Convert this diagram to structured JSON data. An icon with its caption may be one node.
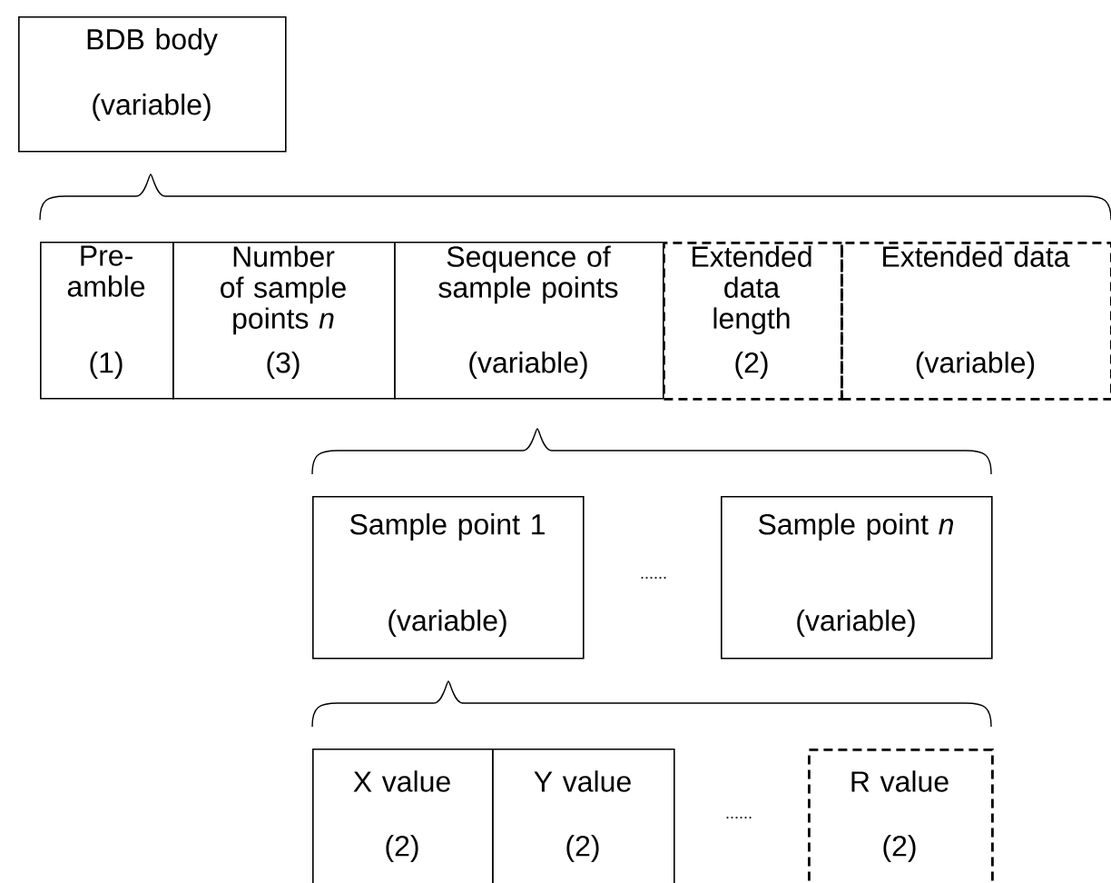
{
  "diagram": {
    "nodes": [
      {
        "text": [
          "BDB body",
          "(variable)"
        ]
      },
      {
        "text": [
          "Pre- amble",
          "(1)"
        ]
      },
      {
        "text": [
          "Number of sample points *n*",
          "(3)"
        ]
      },
      {
        "text": [
          "Sequence of sample points",
          "(variable)"
        ]
      },
      {
        "text": [
          "Extended data length",
          "(2)"
        ]
      },
      {
        "text": [
          "Extended data",
          "(variable)"
        ]
      },
      {
        "text": [
          "Sample point 1",
          "(variable)"
        ]
      },
      {
        "text": [
          "Sample point *n*",
          "(variable)"
        ]
      },
      {
        "text": [
          "X value",
          "(2)"
        ]
      },
      {
        "text": [
          "Y value",
          "(2)"
        ]
      },
      {
        "text": [
          "R value",
          "(2)"
        ]
      }
    ],
    "labels": [
      "......",
      "......"
    ]
  }
}
